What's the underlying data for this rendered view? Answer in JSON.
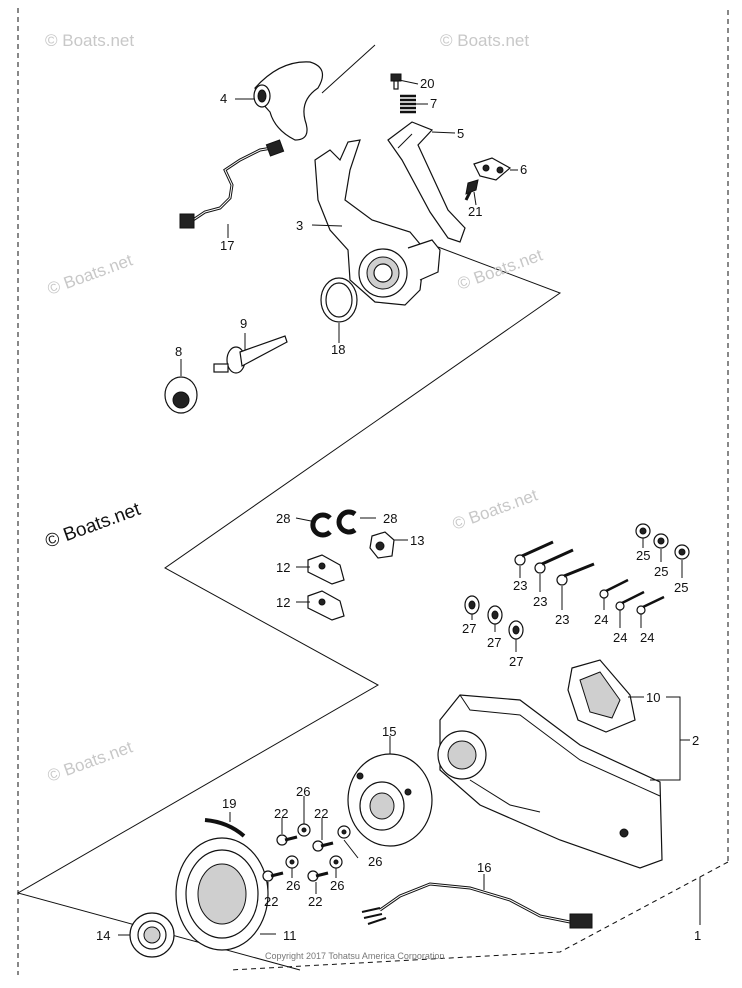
{
  "watermark": {
    "text": "© Boats.net",
    "copyright": "Copyright 2017 Tohatsu America Corporation"
  },
  "callouts": [
    {
      "id": "c20",
      "label": "20"
    },
    {
      "id": "c7",
      "label": "7"
    },
    {
      "id": "c4",
      "label": "4"
    },
    {
      "id": "c5",
      "label": "5"
    },
    {
      "id": "c6",
      "label": "6"
    },
    {
      "id": "c21",
      "label": "21"
    },
    {
      "id": "c3",
      "label": "3"
    },
    {
      "id": "c17",
      "label": "17"
    },
    {
      "id": "c9",
      "label": "9"
    },
    {
      "id": "c8",
      "label": "8"
    },
    {
      "id": "c18",
      "label": "18"
    },
    {
      "id": "c28a",
      "label": "28"
    },
    {
      "id": "c28b",
      "label": "28"
    },
    {
      "id": "c13",
      "label": "13"
    },
    {
      "id": "c12a",
      "label": "12"
    },
    {
      "id": "c12b",
      "label": "12"
    },
    {
      "id": "c25a",
      "label": "25"
    },
    {
      "id": "c25b",
      "label": "25"
    },
    {
      "id": "c25c",
      "label": "25"
    },
    {
      "id": "c23a",
      "label": "23"
    },
    {
      "id": "c23b",
      "label": "23"
    },
    {
      "id": "c23c",
      "label": "23"
    },
    {
      "id": "c24a",
      "label": "24"
    },
    {
      "id": "c24b",
      "label": "24"
    },
    {
      "id": "c24c",
      "label": "24"
    },
    {
      "id": "c27a",
      "label": "27"
    },
    {
      "id": "c27b",
      "label": "27"
    },
    {
      "id": "c27c",
      "label": "27"
    },
    {
      "id": "c10",
      "label": "10"
    },
    {
      "id": "c2",
      "label": "2"
    },
    {
      "id": "c15",
      "label": "15"
    },
    {
      "id": "c19",
      "label": "19"
    },
    {
      "id": "c26a",
      "label": "26"
    },
    {
      "id": "c26b",
      "label": "26"
    },
    {
      "id": "c26c",
      "label": "26"
    },
    {
      "id": "c26d",
      "label": "26"
    },
    {
      "id": "c22a",
      "label": "22"
    },
    {
      "id": "c22b",
      "label": "22"
    },
    {
      "id": "c22c",
      "label": "22"
    },
    {
      "id": "c22d",
      "label": "22"
    },
    {
      "id": "c16",
      "label": "16"
    },
    {
      "id": "c14",
      "label": "14"
    },
    {
      "id": "c11",
      "label": "11"
    },
    {
      "id": "c1",
      "label": "1"
    }
  ]
}
